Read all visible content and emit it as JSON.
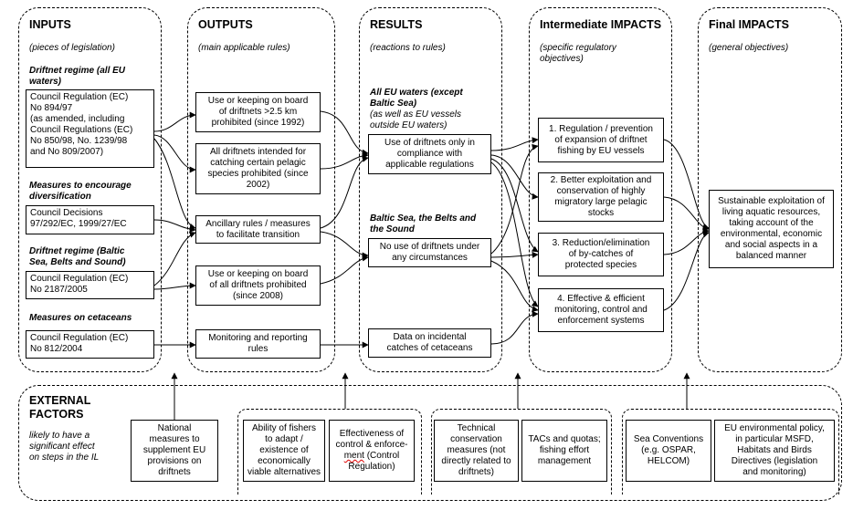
{
  "columns": {
    "inputs": {
      "title": "INPUTS",
      "subtitle": "(pieces of legislation)"
    },
    "outputs": {
      "title": "OUTPUTS",
      "subtitle": "(main applicable rules)"
    },
    "results": {
      "title": "RESULTS",
      "subtitle": "(reactions to rules)"
    },
    "intermediate": {
      "title": "Intermediate IMPACTS",
      "subtitle": "(specific regulatory\nobjectives)"
    },
    "final": {
      "title": "Final IMPACTS",
      "subtitle": "(general objectives)"
    }
  },
  "inputs": {
    "sec1": "Driftnet regime (all EU\nwaters)",
    "box1": "Council Regulation (EC)\nNo 894/97\n(as amended, including\nCouncil Regulations (EC)\nNo 850/98, No. 1239/98\nand No 809/2007)",
    "sec2": "Measures to encourage\ndiversification",
    "box2": "Council Decisions\n97/292/EC, 1999/27/EC",
    "sec3": "Driftnet regime (Baltic\nSea, Belts and Sound)",
    "box3": "Council Regulation (EC)\nNo 2187/2005",
    "sec4": "Measures on cetaceans",
    "box4": "Council Regulation (EC)\nNo 812/2004"
  },
  "outputs": {
    "o1": "Use or keeping on board\nof driftnets >2.5 km\nprohibited (since 1992)",
    "o2": "All driftnets intended for\ncatching certain pelagic\nspecies prohibited (since\n2002)",
    "o3": "Ancillary rules / measures\nto facilitate transition",
    "o4": "Use or keeping on board\nof all driftnets prohibited\n(since 2008)",
    "o5": "Monitoring and reporting\nrules"
  },
  "results": {
    "sec1": "All EU waters (except\nBaltic Sea)",
    "sec1_sub": "(as well as EU vessels\noutside EU waters)",
    "r1": "Use of driftnets only in\ncompliance with\napplicable regulations",
    "sec2": "Baltic Sea, the Belts and\nthe Sound",
    "r2": "No use of driftnets under\nany circumstances",
    "r3": "Data on incidental\ncatches of cetaceans"
  },
  "intermediate": {
    "i1": "1. Regulation / prevention\nof expansion of driftnet\nfishing by EU vessels",
    "i2": "2. Better exploitation and\nconservation of  highly\nmigratory large pelagic\nstocks",
    "i3": "3. Reduction/elimination\nof by-catches of\nprotected species",
    "i4": "4. Effective & efficient\nmonitoring, control and\nenforcement systems"
  },
  "final": {
    "f1": "Sustainable exploitation of\nliving aquatic resources,\ntaking account of the\nenvironmental, economic\nand social aspects in a\nbalanced manner"
  },
  "external": {
    "title": "EXTERNAL\nFACTORS",
    "subtitle": "likely to have a\nsignificant effect\non steps in the IL",
    "e1": "National\nmeasures to\nsupplement EU\nprovisions on\ndriftnets",
    "e2": "Ability of fishers\nto adapt /\nexistence of\neconomically\nviable alternatives",
    "e3_a": "Effectiveness of\ncontrol & enforce-\n",
    "e3_b": "ment",
    "e3_c": " (Control\nRegulation)",
    "e4": "Technical\nconservation\nmeasures (not\ndirectly related to\ndriftnets)",
    "e5": "TACs and quotas;\nfishing effort\nmanagement",
    "e6": "Sea Conventions\n(e.g. OSPAR,\nHELCOM)",
    "e7": "EU environmental policy,\nin particular MSFD,\nHabitats and Birds\nDirectives (legislation\nand monitoring)"
  }
}
